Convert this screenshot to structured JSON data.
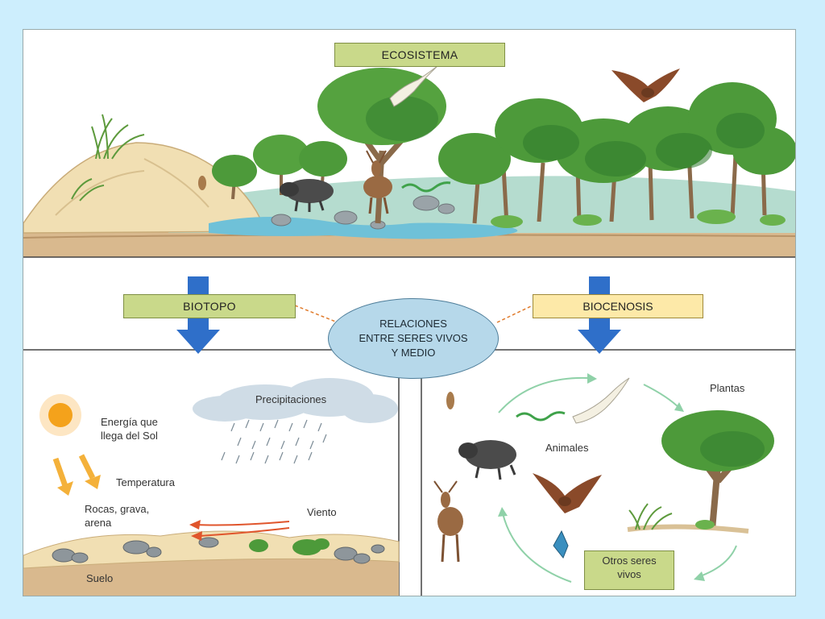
{
  "titles": {
    "ecosistema": "ECOSISTEMA",
    "biotopo": "BIOTOPO",
    "biocenosis": "BIOCENOSIS",
    "relaciones": "RELACIONES\nENTRE SERES VIVOS\nY MEDIO"
  },
  "biotopo_labels": {
    "energia": "Energía que\nllega del Sol",
    "precipitaciones": "Precipitaciones",
    "temperatura": "Temperatura",
    "rocas": "Rocas, grava,\narena",
    "viento": "Viento",
    "suelo": "Suelo"
  },
  "biocenosis_labels": {
    "plantas": "Plantas",
    "animales": "Animales",
    "otros": "Otros seres\nvivos"
  },
  "colors": {
    "background": "#cdeefd",
    "box_green": "#c9d98a",
    "box_yellow": "#fde9a8",
    "ellipse": "#b6d8ea",
    "arrow_blue": "#2f6fc9",
    "cycle_green": "#8fd1a8",
    "wind_red": "#e0552c",
    "sun_orange": "#f4a21b"
  },
  "icons": [
    "sun-icon",
    "rain-cloud-icon",
    "sun-ray-arrow-icon",
    "wind-arrow-icon",
    "boar-icon",
    "deer-icon",
    "snake-icon",
    "bird-icon",
    "eagle-icon",
    "tree-icon",
    "kingfisher-icon",
    "grass-icon",
    "rocks-icon"
  ]
}
